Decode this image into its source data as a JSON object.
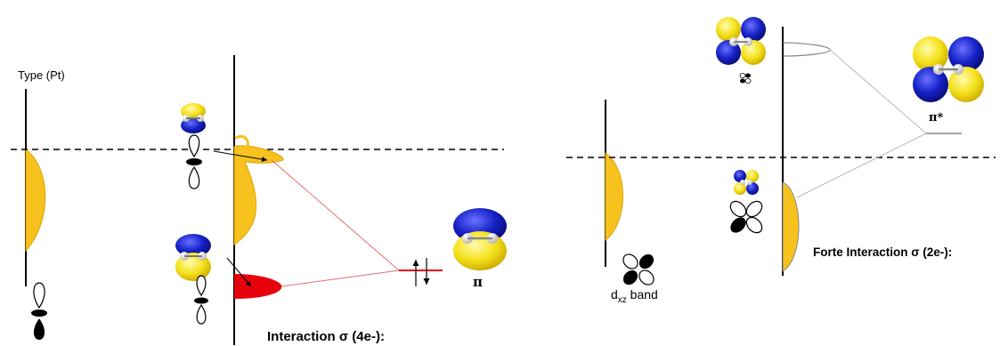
{
  "labels": {
    "type_pt": "Type (Pt)",
    "interaction_4e": "Interaction σ (4e-):",
    "forte_interaction": "Forte Interaction σ (2e-):",
    "dxz_band_main": "d",
    "dxz_band_sub": "xz",
    "dxz_band_suffix": " band",
    "pi": "π",
    "pi_star": "π*"
  },
  "colors": {
    "lobe_yellow": "#f5e21b",
    "lobe_blue": "#1621c8",
    "band_gold": "#f7c21e",
    "occupied_red": "#e8000c",
    "connector_red": "#e07070",
    "connector_gray": "#b8b8b8",
    "axis": "#000000"
  },
  "icons": [
    "pt-d-band-curve",
    "pt-dz2-orbital-icon",
    "ethylene-pi-orbital-icon",
    "ethylene-pi-star-orbital-icon",
    "dxz-orbital-icon",
    "electron-pair-arrows-icon"
  ]
}
